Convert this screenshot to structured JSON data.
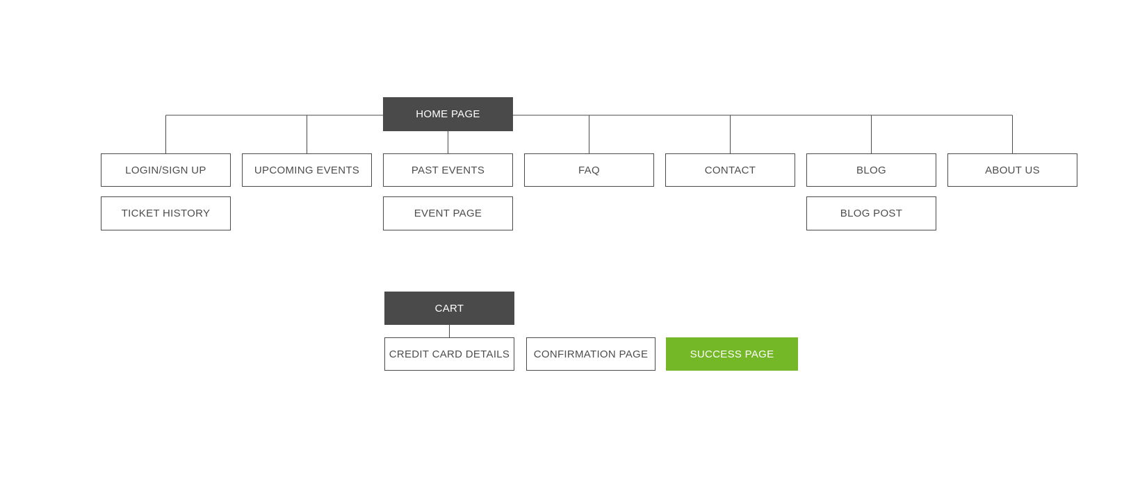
{
  "page": {
    "background": "#FFFFFF"
  },
  "colors": {
    "dark_fill": "#4A4A4A",
    "green_fill": "#74B828",
    "box_border": "#4A4A4A",
    "box_text": "#4D4D4D",
    "inverse_text": "#FFFFFF",
    "connector": "#4A4A4A"
  },
  "sitemap": {
    "home": {
      "label": "HOME PAGE",
      "style": "dark"
    },
    "children": [
      {
        "id": "login-sign-up",
        "label": "LOGIN/SIGN UP"
      },
      {
        "id": "upcoming-events",
        "label": "UPCOMING EVENTS"
      },
      {
        "id": "past-events",
        "label": "PAST EVENTS"
      },
      {
        "id": "faq",
        "label": "FAQ"
      },
      {
        "id": "contact",
        "label": "CONTACT"
      },
      {
        "id": "blog",
        "label": "BLOG"
      },
      {
        "id": "about-us",
        "label": "ABOUT US"
      }
    ],
    "grandchildren": [
      {
        "id": "ticket-history",
        "label": "TICKET HISTORY",
        "parent": "login-sign-up"
      },
      {
        "id": "event-page",
        "label": "EVENT PAGE",
        "parent": "past-events"
      },
      {
        "id": "blog-post",
        "label": "BLOG POST",
        "parent": "blog"
      }
    ]
  },
  "checkout_flow": {
    "cart": {
      "label": "CART",
      "style": "dark"
    },
    "steps": [
      {
        "id": "credit-card-details",
        "label": "CREDIT CARD DETAILS"
      },
      {
        "id": "confirmation-page",
        "label": "CONFIRMATION PAGE"
      },
      {
        "id": "success-page",
        "label": "SUCCESS PAGE",
        "style": "green"
      }
    ]
  }
}
